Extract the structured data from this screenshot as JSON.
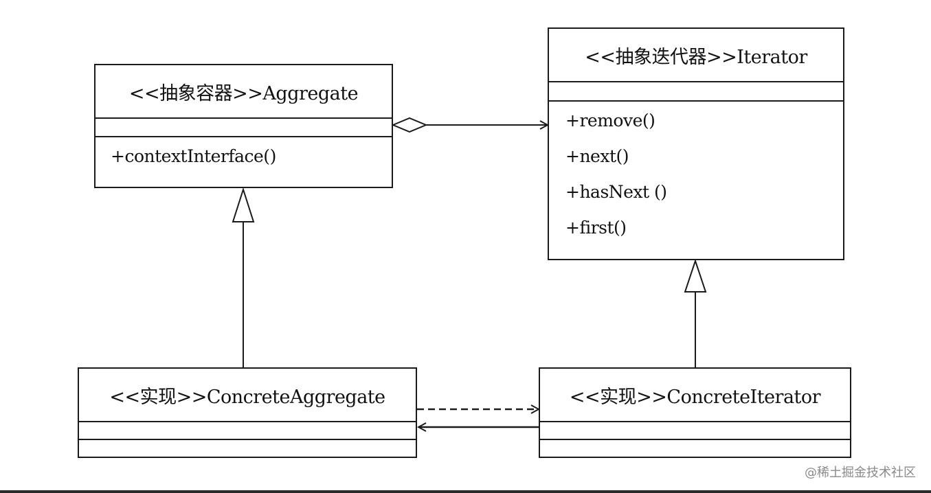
{
  "classes": {
    "aggregate": {
      "name": "<<抽象容器>>Aggregate",
      "operations": [
        "+contextInterface()"
      ]
    },
    "iterator": {
      "name": "<<抽象迭代器>>Iterator",
      "operations": [
        "+remove()",
        "+next()",
        "+hasNext ()",
        "+first()"
      ]
    },
    "concrete_aggregate": {
      "name": "<<实现>>ConcreteAggregate",
      "operations": []
    },
    "concrete_iterator": {
      "name": "<<实现>>ConcreteIterator",
      "operations": []
    }
  },
  "relationships": [
    {
      "type": "aggregation",
      "from": "aggregate",
      "to": "iterator"
    },
    {
      "type": "generalization",
      "from": "concrete_aggregate",
      "to": "aggregate"
    },
    {
      "type": "generalization",
      "from": "concrete_iterator",
      "to": "iterator"
    },
    {
      "type": "dependency",
      "from": "concrete_aggregate",
      "to": "concrete_iterator"
    },
    {
      "type": "association",
      "from": "concrete_iterator",
      "to": "concrete_aggregate"
    }
  ],
  "watermark": "@稀土掘金技术社区",
  "colors": {
    "line": "#1a1a1a",
    "background": "#ffffff",
    "watermark": "#8a8a8a"
  }
}
